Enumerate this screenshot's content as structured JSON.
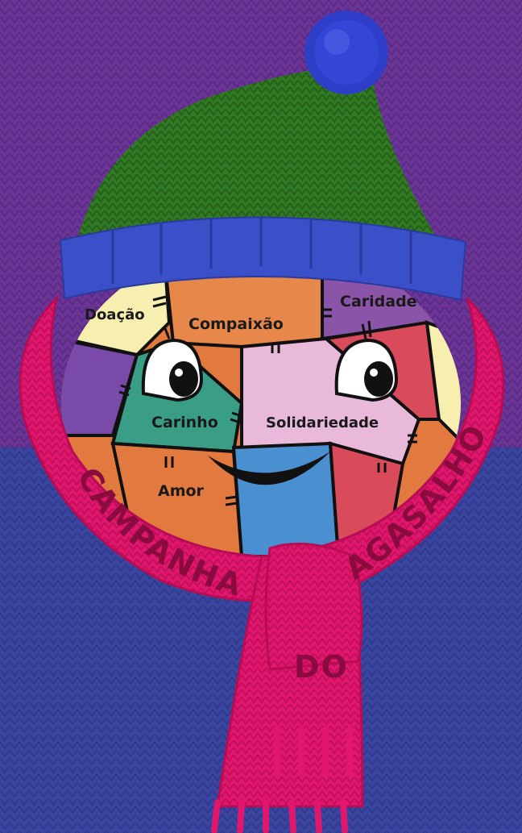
{
  "colors": {
    "bg_top": "#6a3595",
    "bg_bottom": "#3a45a0",
    "hat_green": "#2f7a22",
    "hat_band": "#3b4fc9",
    "pompom": "#2f3ec9",
    "scarf": "#e0176d",
    "scarf_text": "#8a0c3e"
  },
  "patches": [
    {
      "label": "Doação",
      "color": "#f6efb0"
    },
    {
      "label": "Compaixão",
      "color": "#e8874a"
    },
    {
      "label": "Caridade",
      "color": "#8a55a8"
    },
    {
      "label": "Carinho",
      "color": "#3a9e86"
    },
    {
      "label": "Solidariedade",
      "color": "#e9b9d9"
    },
    {
      "label": "Amor",
      "color": "#e2793e"
    }
  ],
  "campaign": {
    "word1": "CAMPANHA",
    "word2": "DO",
    "word3": "AGASALHO"
  },
  "icons": [
    "hat-icon",
    "pompom-icon",
    "scarf-icon",
    "eye-icon",
    "smile-icon"
  ]
}
